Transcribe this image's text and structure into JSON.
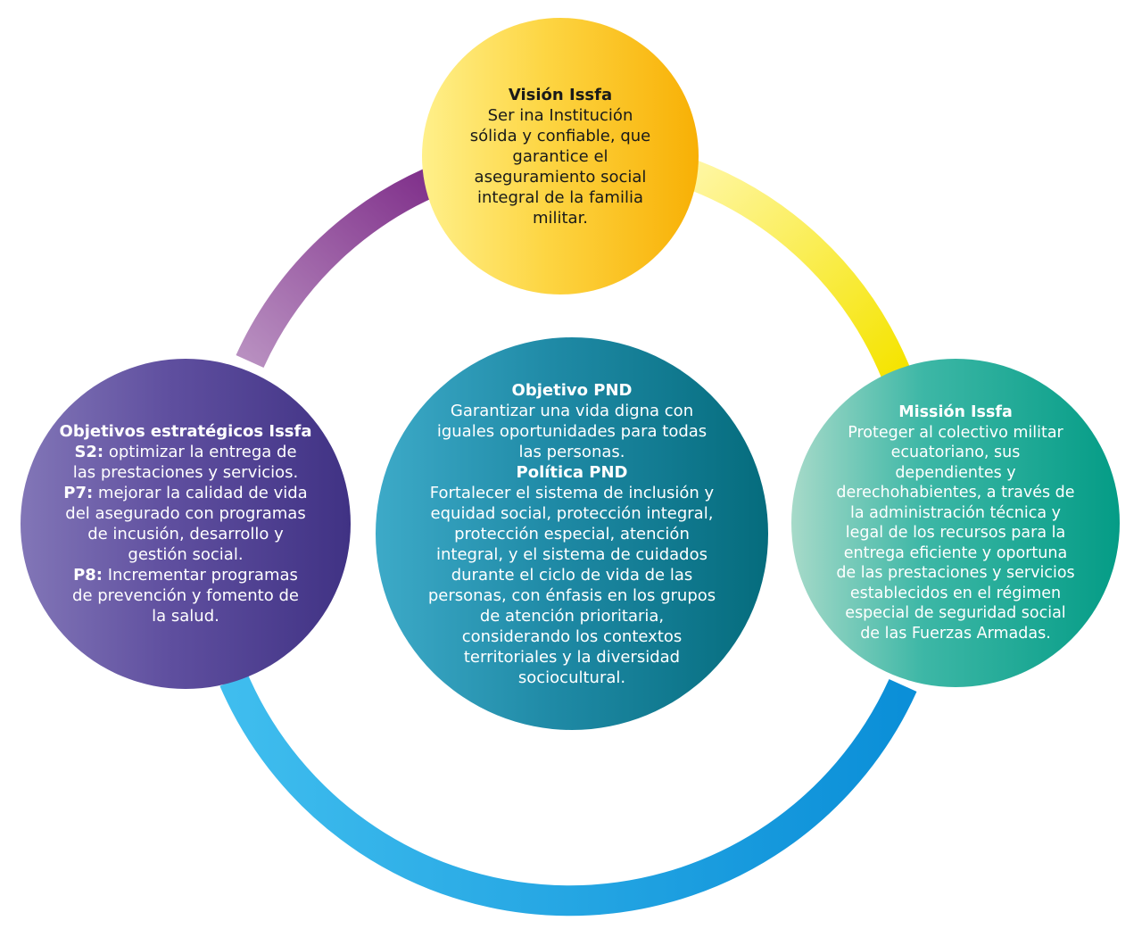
{
  "colors": {
    "ring_purple": "#7a2685",
    "ring_purple_light": "#b88fc0",
    "ring_yellow": "#f5e400",
    "ring_yellow_light": "#fff7a8",
    "ring_blue": "#0b8fd8",
    "ring_blue_light": "#3fbdee",
    "vision_fill": "#fdd542",
    "mission_fill": "#049c86",
    "objectives_fill": "#5f4f9f",
    "pnd_fill": "#1f8aa6"
  },
  "vision": {
    "title": "Visión Issfa",
    "lines": [
      "Ser ina Institución",
      "sólida y confiable, que",
      "garantice el",
      "aseguramiento social",
      "integral de la familia",
      "militar."
    ]
  },
  "mission": {
    "title": "Missión Issfa",
    "lines": [
      "Proteger al colectivo militar",
      "ecuatoriano, sus",
      "dependientes y",
      "derechohabientes, a través de",
      "la administración técnica y",
      "legal de los recursos para la",
      "entrega eficiente y oportuna",
      "de las prestaciones y servicios",
      "establecidos en el régimen",
      "especial de seguridad social",
      "de las Fuerzas Armadas."
    ]
  },
  "objectives": {
    "title": "Objetivos estratégicos Issfa",
    "s2": {
      "label": "S2:",
      "first_line": "optimizar la entrega de",
      "lines": [
        "las prestaciones y servicios."
      ]
    },
    "p7": {
      "label": "P7:",
      "first_line": "mejorar la calidad de vida",
      "lines": [
        "del asegurado con programas",
        "de incusión, desarrollo y",
        "gestión social."
      ]
    },
    "p8": {
      "label": "P8:",
      "first_line": "Incrementar programas",
      "lines": [
        "de prevención y fomento de",
        "la salud."
      ]
    }
  },
  "pnd": {
    "objective_title": "Objetivo PND",
    "objective_lines": [
      "Garantizar una vida digna con",
      "iguales oportunidades para todas",
      "las personas."
    ],
    "policy_title": "Política PND",
    "policy_lines": [
      "Fortalecer el sistema de inclusión y",
      "equidad social, protección integral,",
      "protección especial, atención",
      "integral, y el sistema de cuidados",
      "durante el ciclo de vida de las",
      "personas, con énfasis en los grupos",
      "de atención prioritaria,",
      "considerando los contextos",
      "territoriales y la diversidad",
      "sociocultural."
    ]
  }
}
